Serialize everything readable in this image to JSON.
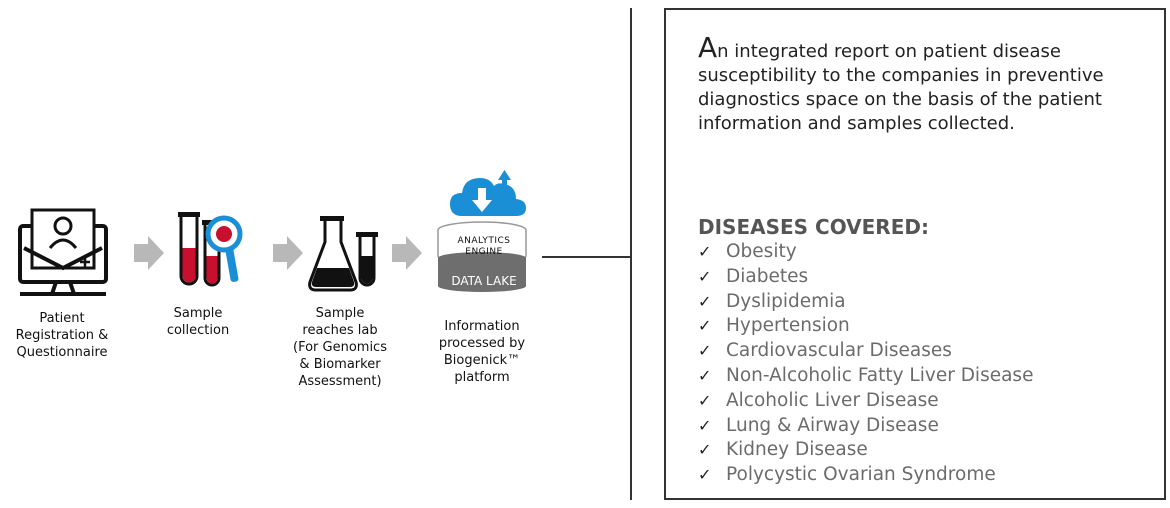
{
  "steps": [
    {
      "label": "Patient\nRegistration &\nQuestionnaire",
      "icon": "patient-registration-computer-icon"
    },
    {
      "label": "Sample\ncollection",
      "icon": "test-tubes-magnifier-icon"
    },
    {
      "label": "Sample\nreaches lab\n(For Genomics\n& Biomarker\nAssessment)",
      "icon": "lab-flask-icon"
    },
    {
      "label": "Information\nprocessed by\nBiogenick™\nplatform",
      "icon": "cloud-data-lake-icon"
    }
  ],
  "platform": {
    "analytics_label": "ANALYTICS\nENGINE",
    "data_lake_label": "DATA LAKE"
  },
  "report": {
    "summary_first_letter": "A",
    "summary_rest": "n integrated report on patient disease susceptibility to the companies in preventive diagnostics space on the basis of the patient information and samples collected.",
    "diseases_title": "DISEASES COVERED:",
    "check_symbol": "✓",
    "diseases": [
      "Obesity",
      "Diabetes",
      "Dyslipidemia",
      "Hypertension",
      "Cardiovascular Diseases",
      "Non-Alcoholic Fatty Liver Disease",
      "Alcoholic Liver Disease",
      "Lung & Airway Disease",
      "Kidney Disease",
      "Polycystic Ovarian Syndrome"
    ]
  },
  "colors": {
    "arrow": "#b8b8b8",
    "blood": "#c8102e",
    "blue": "#1b8fd6",
    "data_lake": "#6e6e6e"
  }
}
